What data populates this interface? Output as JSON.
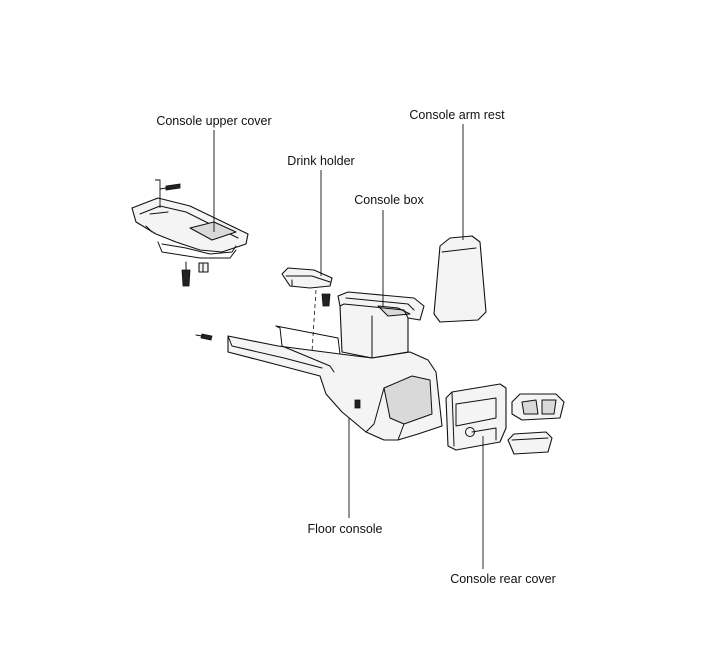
{
  "labels": {
    "console_upper_cover": "Console upper cover",
    "drink_holder": "Drink holder",
    "console_box": "Console box",
    "console_arm_rest": "Console arm rest",
    "floor_console": "Floor console",
    "console_rear_cover": "Console rear cover"
  }
}
